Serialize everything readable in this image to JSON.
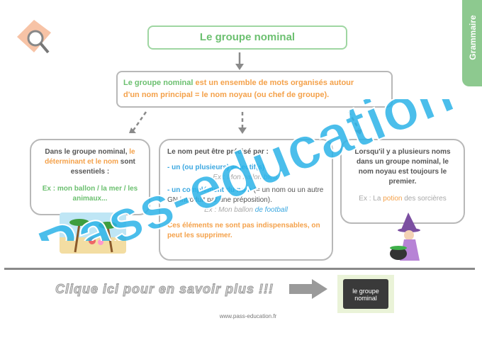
{
  "page": {
    "title": "Le groupe nominal",
    "side_tab": "Grammaire",
    "footer_url": "www.pass-education.fr",
    "cta_text": "Clique ici pour en savoir plus !!!",
    "thumbnail_line1": "le groupe",
    "thumbnail_line2": "nominal",
    "watermark": "Pass-education"
  },
  "definition": {
    "lead": "Le groupe nominal",
    "rest1": " est un ensemble de mots organisés autour",
    "line2": "d'un nom principal = le nom noyau (ou chef de groupe)."
  },
  "left_box": {
    "p1a": "Dans le groupe nominal, ",
    "p1b": "le déterminant et le nom",
    "p1c": "sont essentiels :",
    "ex": "Ex : mon ballon / la mer / les animaux..."
  },
  "middle_box": {
    "intro": "Le nom peut être précisé par :",
    "b1a": "- un (ou plusieurs) adjectif(s)",
    "ex1a": "Ex : Mon ",
    "ex1b": "ballon",
    "ex1c": " bleu.",
    "b2a": "- un complément du nom",
    "b2b": " (= un nom ou un autre GN introduit par une préposition).",
    "ex2a": "Ex : Mon ballon ",
    "ex2b": "de football",
    "note": "Ces éléments ne sont pas indispensables, on peut les supprimer."
  },
  "right_box": {
    "p1": "Lorsqu'il y a plusieurs noms dans un groupe nominal, le nom noyau est toujours le premier.",
    "ex_a": "Ex :  La ",
    "ex_b": "potion",
    "ex_c": " des sorcières"
  },
  "colors": {
    "green": "#6cc070",
    "orange": "#f4a14a",
    "blue": "#3aa7e0",
    "tab": "#8dc98f"
  }
}
